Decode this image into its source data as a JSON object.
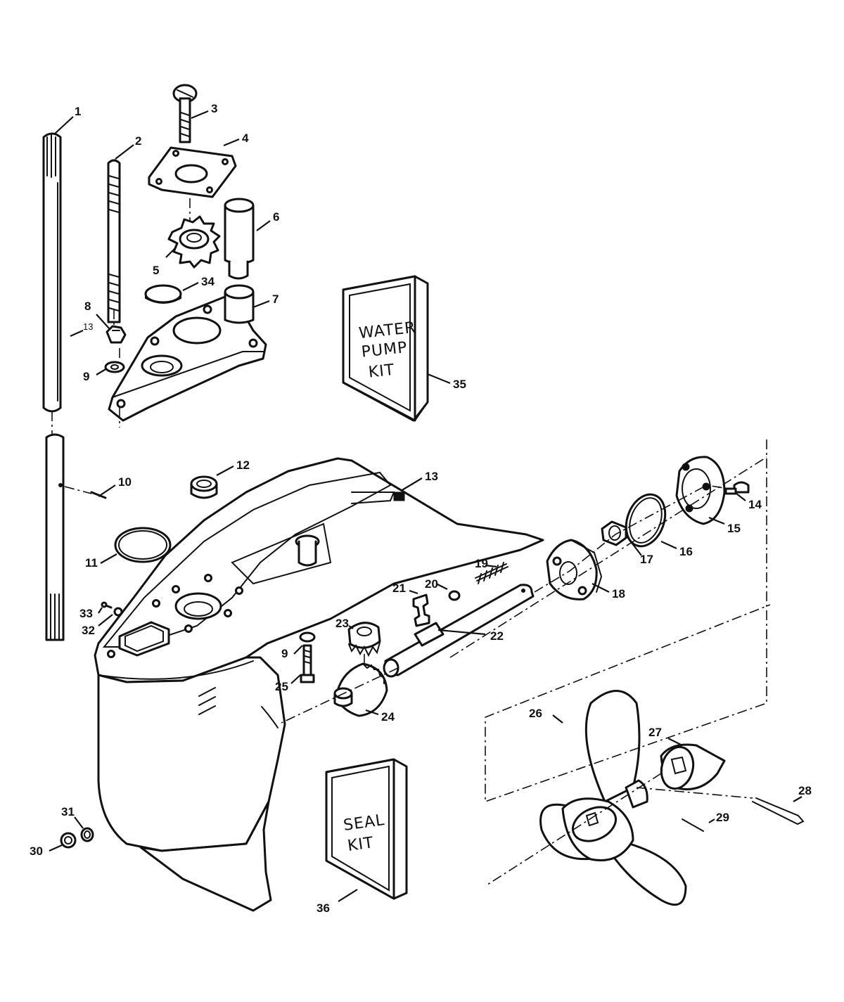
{
  "diagram": {
    "callouts": {
      "c1": "1",
      "c2": "2",
      "c3": "3",
      "c4": "4",
      "c5": "5",
      "c6": "6",
      "c7": "7",
      "c8": "8",
      "c9a": "9",
      "c9b": "9",
      "c10": "10",
      "c11": "11",
      "c12": "12",
      "c13a": "13",
      "c13b": "13",
      "c14": "14",
      "c15": "15",
      "c16": "16",
      "c17": "17",
      "c18": "18",
      "c19": "19",
      "c20": "20",
      "c21": "21",
      "c22": "22",
      "c23": "23",
      "c24": "24",
      "c25": "25",
      "c26": "26",
      "c27": "27",
      "c28": "28",
      "c29": "29",
      "c30": "30",
      "c31": "31",
      "c32": "32",
      "c33": "33",
      "c34": "34",
      "c35": "35",
      "c36": "36"
    },
    "water_pump_kit": {
      "line1": "WATER",
      "line2": "PUMP",
      "line3": "KIT"
    },
    "seal_kit": {
      "line1": "SEAL",
      "line2": "KIT"
    }
  }
}
